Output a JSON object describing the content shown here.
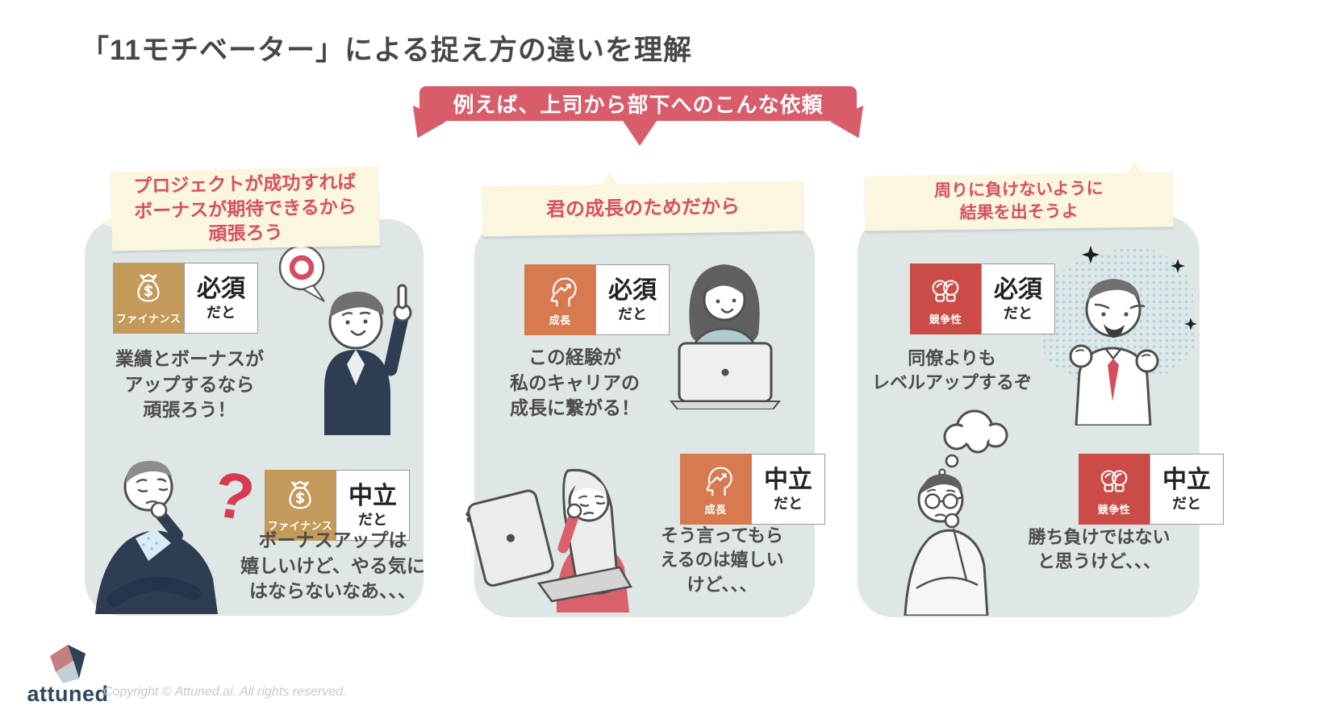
{
  "title": "「11モチベーター」による捉え方の違いを理解",
  "banner": {
    "label": "例えば、上司から部下へのこんな依頼",
    "color": "#D95C6B"
  },
  "columns": [
    {
      "id": "finance",
      "motivator": {
        "label": "ファイナンス",
        "color": "#C39A5A",
        "icon": "money-bag-icon"
      },
      "bubble": "プロジェクトが成功すれば\nボーナスが期待できるから\n頑張ろう",
      "required_card": {
        "label": "必須",
        "suffix": "だと"
      },
      "required_reaction": "業績とボーナスが\nアップするなら\n頑張ろう！",
      "neutral_card": {
        "label": "中立",
        "suffix": "だと"
      },
      "neutral_reaction": "ボーナスアップは\n嬉しいけど、やる気に\nはならないなあ、、、"
    },
    {
      "id": "growth",
      "motivator": {
        "label": "成長",
        "color": "#D87A50",
        "icon": "growth-mind-icon"
      },
      "bubble": "君の成長のためだから",
      "required_card": {
        "label": "必須",
        "suffix": "だと"
      },
      "required_reaction": "この経験が\n私のキャリアの\n成長に繋がる！",
      "neutral_card": {
        "label": "中立",
        "suffix": "だと"
      },
      "neutral_reaction": "そう言ってもら\nえるのは嬉しい\nけど、、、"
    },
    {
      "id": "competitiveness",
      "motivator": {
        "label": "競争性",
        "color": "#CB4B46",
        "icon": "boxing-gloves-icon"
      },
      "bubble": "周りに負けないように\n結果を出そうよ",
      "required_card": {
        "label": "必須",
        "suffix": "だと"
      },
      "required_reaction": "同僚よりも\nレベルアップするぞ",
      "neutral_card": {
        "label": "中立",
        "suffix": "だと"
      },
      "neutral_reaction": "勝ち負けではない\nと思うけど、、、"
    }
  ],
  "footer": {
    "logo_text": "attuned",
    "copyright": "Copyright © Attuned.ai. All rights reserved."
  }
}
